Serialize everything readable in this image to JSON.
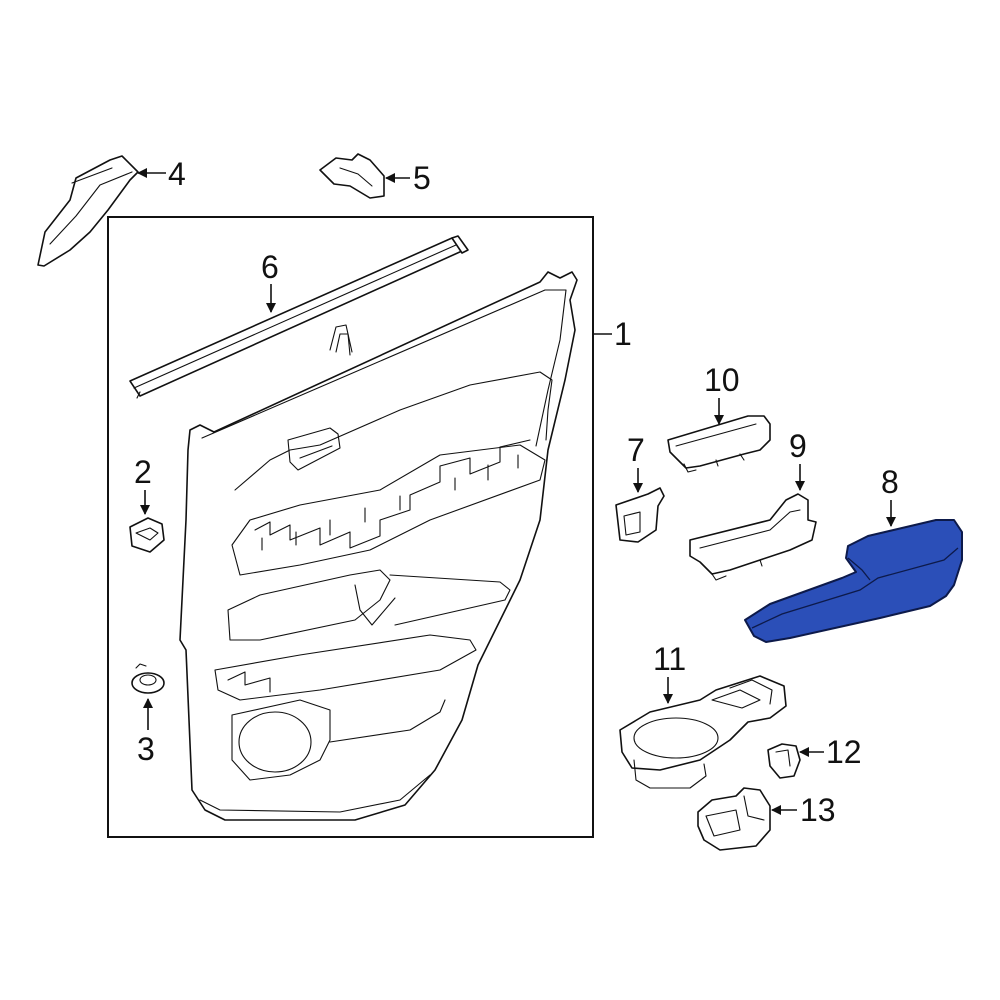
{
  "diagram": {
    "highlight_color": "#2b4fb8",
    "highlight_stroke": "#0d1a4a",
    "line_color": "#111111",
    "highlighted_part": "8",
    "callouts": {
      "c1": "1",
      "c2": "2",
      "c3": "3",
      "c4": "4",
      "c5": "5",
      "c6": "6",
      "c7": "7",
      "c8": "8",
      "c9": "9",
      "c10": "10",
      "c11": "11",
      "c12": "12",
      "c13": "13"
    }
  }
}
